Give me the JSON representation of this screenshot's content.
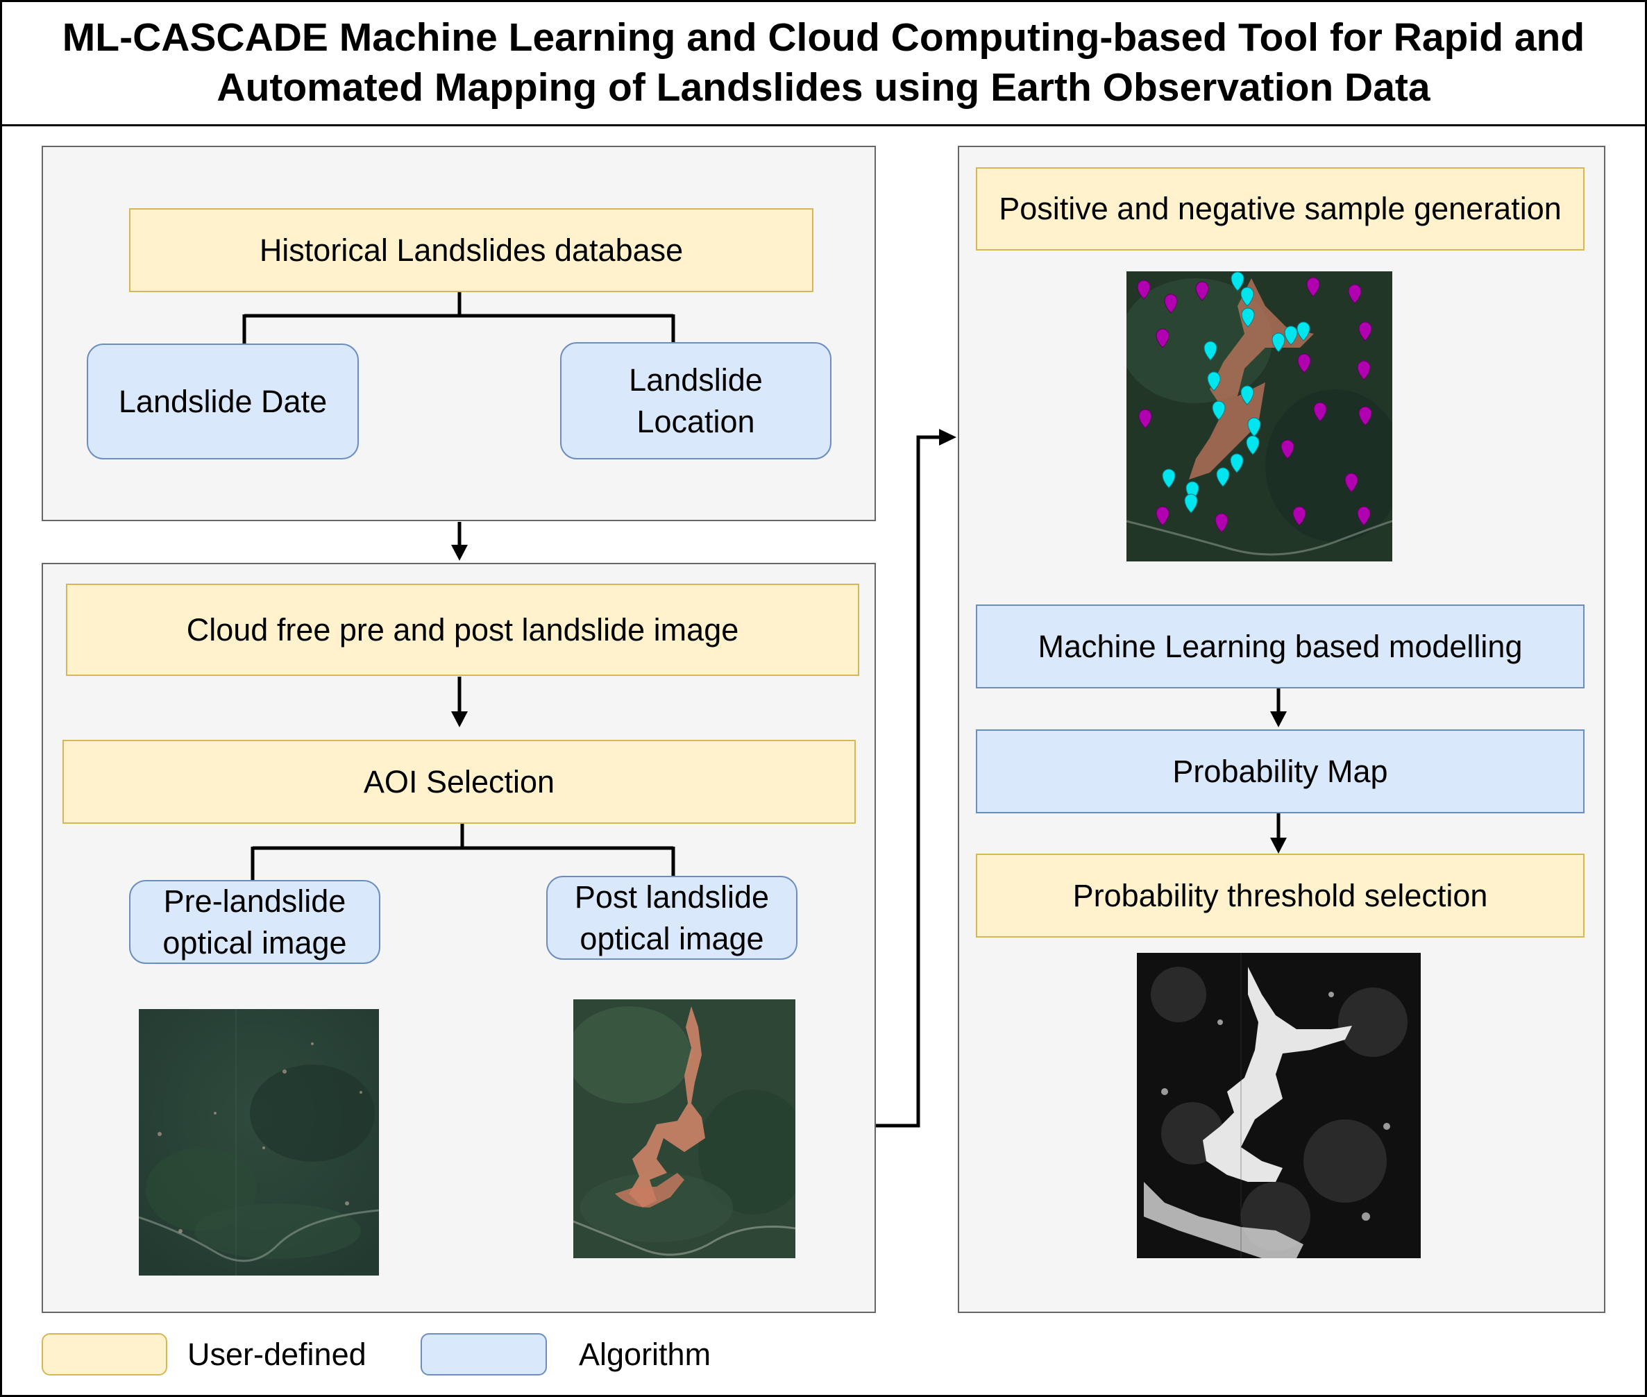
{
  "title": "ML-CASCADE Machine Learning and Cloud Computing-based Tool for Rapid and Automated Mapping of Landslides using Earth Observation Data",
  "left_top": {
    "database": "Historical Landslides database",
    "date": "Landslide Date",
    "location": "Landslide Location"
  },
  "left_bottom": {
    "cloud_free": "Cloud free pre and post landslide image",
    "aoi": "AOI Selection",
    "pre_image": "Pre-landslide optical image",
    "post_image": "Post landslide optical image"
  },
  "right": {
    "samples": "Positive and negative sample generation",
    "ml_model": "Machine Learning based modelling",
    "prob_map": "Probability Map",
    "threshold": "Probability threshold selection"
  },
  "legend": {
    "user_defined": "User-defined",
    "algorithm": "Algorithm"
  },
  "colors": {
    "user_fill": "#fff2cc",
    "user_stroke": "#d6b656",
    "algo_fill": "#dae8fc",
    "algo_stroke": "#6c8ebf",
    "panel_fill": "#f5f5f5",
    "positive_marker": "#00e5ee",
    "negative_marker": "#b000b0"
  }
}
